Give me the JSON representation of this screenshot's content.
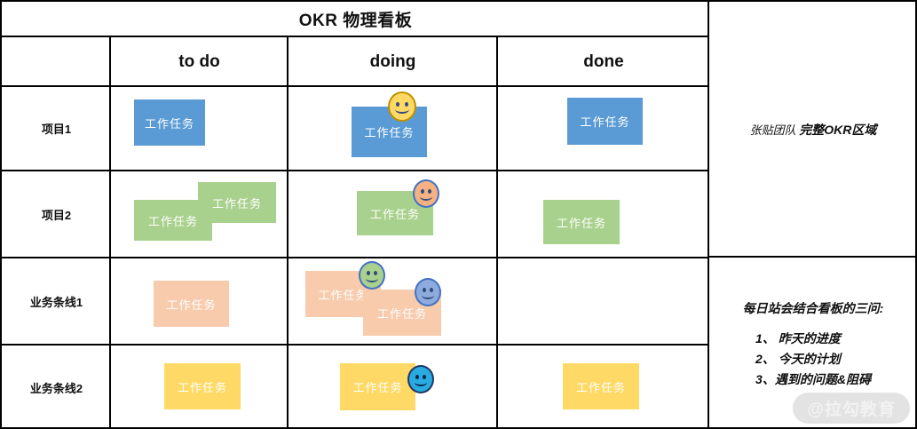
{
  "board": {
    "title": "OKR 物理看板",
    "columns": [
      {
        "id": "todo",
        "label": "to do"
      },
      {
        "id": "doing",
        "label": "doing"
      },
      {
        "id": "done",
        "label": "done"
      }
    ],
    "rows": [
      {
        "id": "r1",
        "label": "项目1",
        "color": "#5B9BD5",
        "color_name": "blue"
      },
      {
        "id": "r2",
        "label": "项目2",
        "color": "#A9D18E",
        "color_name": "green"
      },
      {
        "id": "r3",
        "label": "业务条线1",
        "color": "#F8CBAD",
        "color_name": "peach"
      },
      {
        "id": "r4",
        "label": "业务条线2",
        "color": "#FFD966",
        "color_name": "yellow"
      }
    ],
    "card_label": "工作任务",
    "cells": {
      "r1": {
        "todo": 1,
        "doing": 1,
        "done": 1
      },
      "r2": {
        "todo": 2,
        "doing": 1,
        "done": 1
      },
      "r3": {
        "todo": 1,
        "doing": 2,
        "done": 0
      },
      "r4": {
        "todo": 1,
        "doing": 1,
        "done": 1
      }
    },
    "avatars": [
      {
        "row": "r1",
        "column": "doing",
        "face": "yellow",
        "fill": "#FFD966",
        "outline": "#BF9000"
      },
      {
        "row": "r2",
        "column": "doing",
        "face": "orange",
        "fill": "#F4B183",
        "outline": "#4472C4"
      },
      {
        "row": "r3",
        "column": "doing",
        "face": "green",
        "fill": "#A9D18E",
        "outline": "#4472C4"
      },
      {
        "row": "r3",
        "column": "doing",
        "face": "violet",
        "fill": "#8FAADC",
        "outline": "#4472C4"
      },
      {
        "row": "r4",
        "column": "doing",
        "face": "cyan",
        "fill": "#29ABE2",
        "outline": "#1F3864"
      }
    ]
  },
  "side_panel": {
    "top": {
      "prefix": "张贴团队 ",
      "emphasis": "完整OKR区域"
    },
    "bottom": {
      "heading": "每日站会结合看板的三问:",
      "items": [
        "1、 昨天的进度",
        "2、 今天的计划",
        "3、遇到的问题&阻碍"
      ]
    }
  },
  "watermark": {
    "text": "@拉勾教育"
  }
}
